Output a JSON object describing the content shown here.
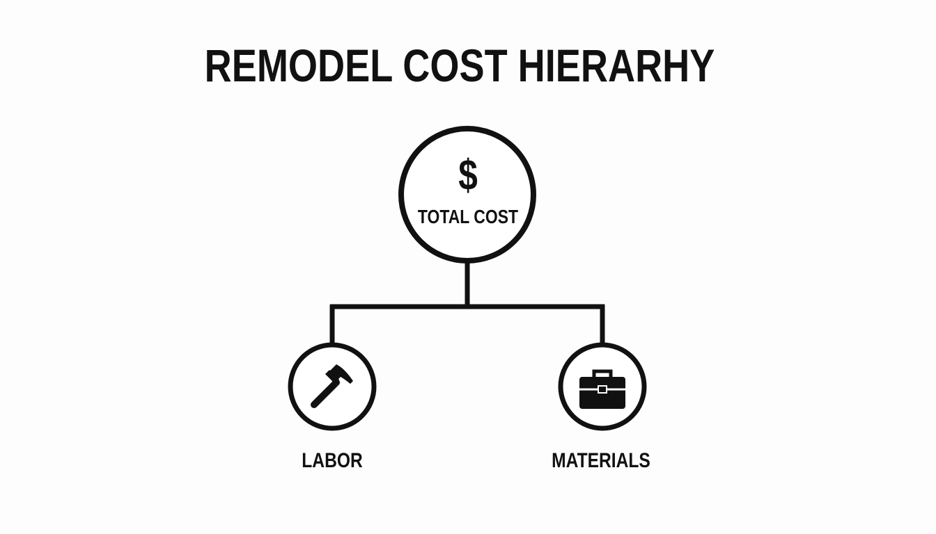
{
  "diagram": {
    "title": "REMODEL COST HIERARHY",
    "root": {
      "symbol": "$",
      "label": "TOTAL COST",
      "icon": "dollar-icon"
    },
    "children": [
      {
        "label": "LABOR",
        "icon": "hammer-icon"
      },
      {
        "label": "MATERIALS",
        "icon": "toolbox-icon"
      }
    ]
  },
  "colors": {
    "stroke": "#111111",
    "background": "#fdfdfd"
  }
}
